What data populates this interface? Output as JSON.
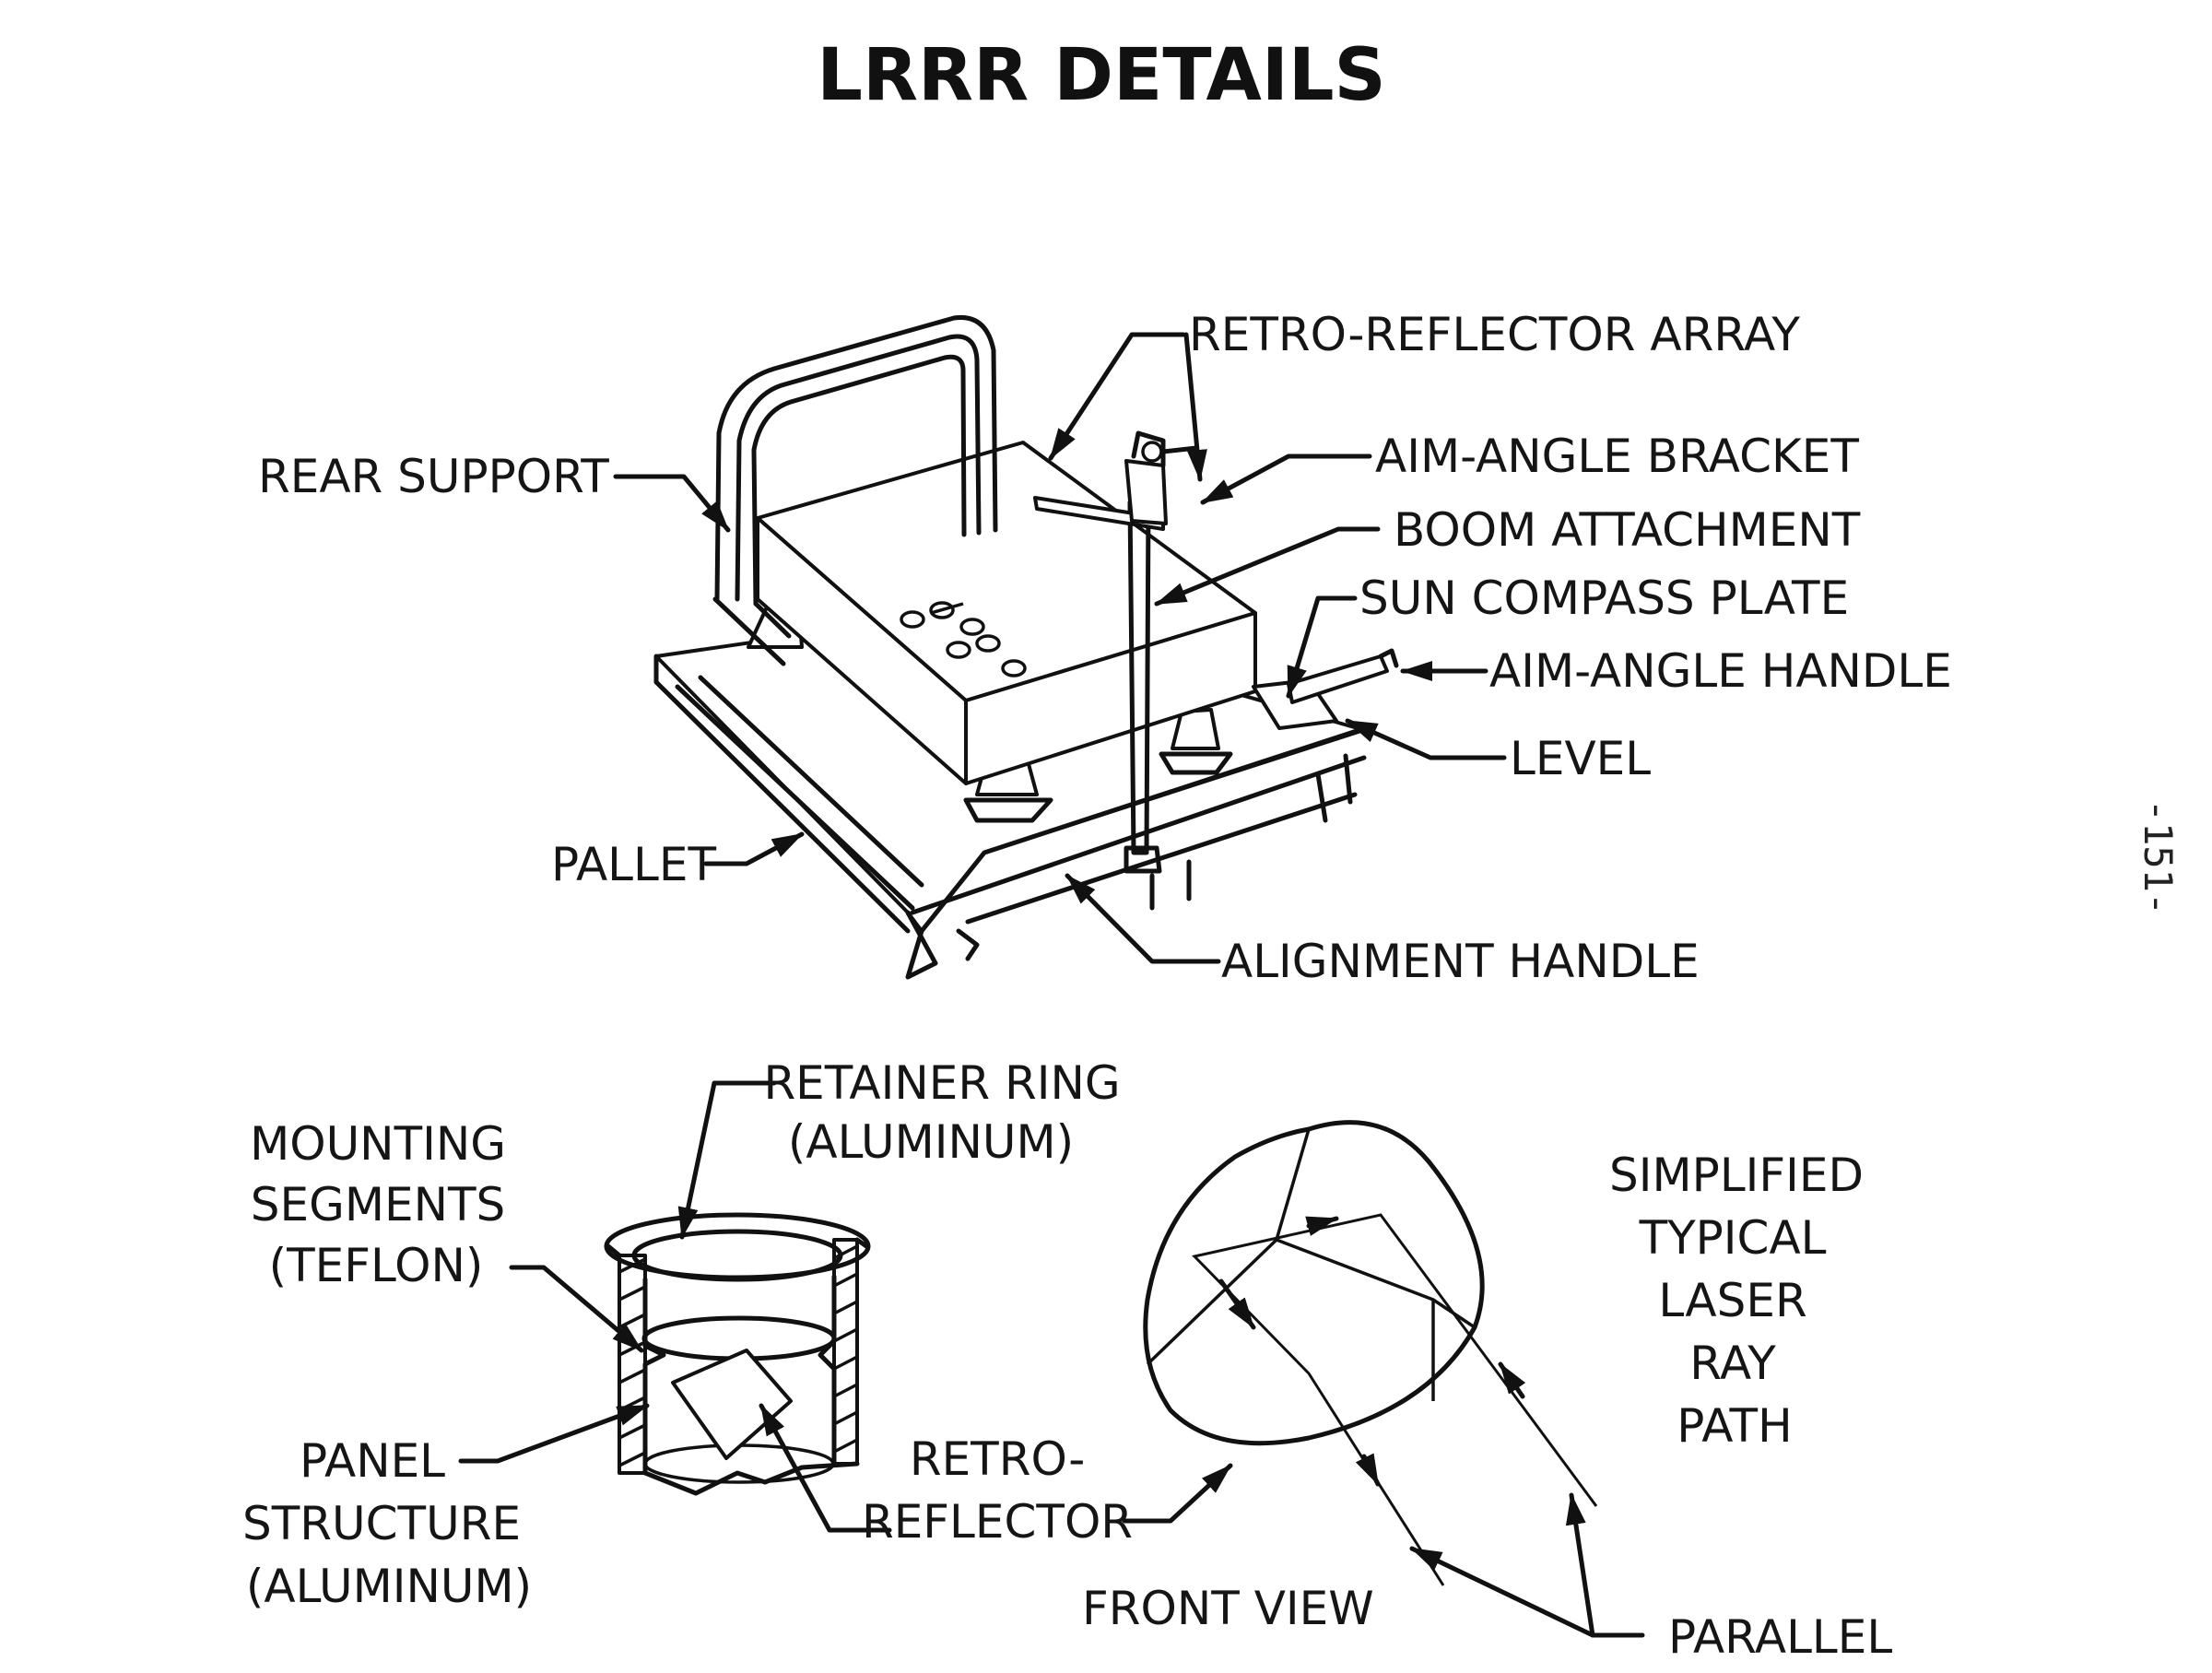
{
  "title": "LRRR DETAILS",
  "page_number": "-151-",
  "labels": {
    "retro_reflector_array": "RETRO-REFLECTOR ARRAY",
    "aim_angle_bracket": "AIM-ANGLE BRACKET",
    "boom_attachment": "BOOM ATTACHMENT",
    "sun_compass_plate": "SUN COMPASS PLATE",
    "aim_angle_handle": "AIM-ANGLE HANDLE",
    "level": "LEVEL",
    "rear_support": "REAR SUPPORT",
    "pallet": "PALLET",
    "alignment_handle": "ALIGNMENT HANDLE",
    "retainer_ring": [
      "RETAINER RING",
      "(ALUMINUM)"
    ],
    "mounting_segments": [
      "MOUNTING",
      "SEGMENTS",
      "(TEFLON)"
    ],
    "panel_structure": [
      "PANEL",
      "STRUCTURE",
      "(ALUMINUM)"
    ],
    "retro_reflector": [
      "RETRO-",
      "REFLECTOR"
    ],
    "front_view": "FRONT VIEW",
    "simplified_path": [
      "SIMPLIFIED",
      "TYPICAL",
      "LASER",
      "RAY",
      "PATH"
    ],
    "parallel": "PARALLEL"
  }
}
